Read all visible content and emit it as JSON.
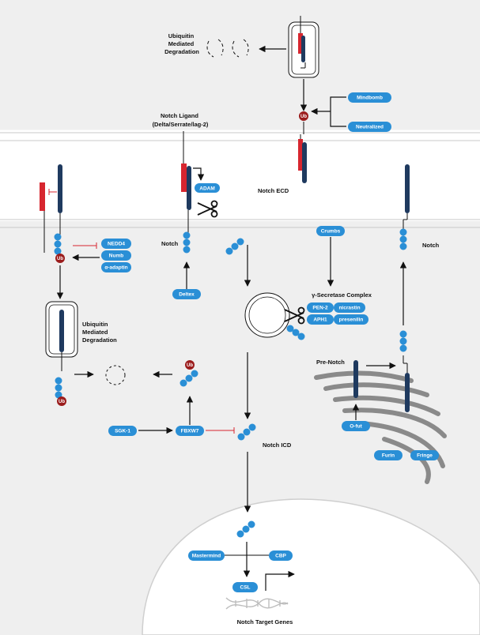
{
  "labels": {
    "ub_deg_top": [
      "Ubiquitin",
      "Mediated",
      "Degradation"
    ],
    "ub_deg_left": [
      "Ubiquitin",
      "Mediated",
      "Degradation"
    ],
    "notch_ligand": [
      "Notch Ligand",
      "(Delta/Serrate/lag-2)"
    ],
    "notch_ecd": "Notch ECD",
    "notch_left": "Notch",
    "notch_right": "Notch",
    "gamma_secretase": "γ-Secretase Complex",
    "pre_notch": "Pre-Notch",
    "notch_icd": "Notch ICD",
    "notch_target_genes": "Notch Target Genes"
  },
  "pills": {
    "mindbomb": "Mindbomb",
    "neutralized": "Neutralized",
    "adam": "ADAM",
    "nedd4": "NEDD4",
    "numb": "Numb",
    "a_adaptin": "α-adaptin",
    "crumbs": "Crumbs",
    "deltex": "Deltex",
    "pen2": "PEN-2",
    "aph1": "APH1",
    "nicrastin": "nicrastin",
    "presenilin": "presenilin",
    "sgk1": "SGK-1",
    "fbxw7": "FBXW7",
    "ofut": "O-fut",
    "furin": "Furin",
    "fringe": "Fringe",
    "mastermind": "Mastermind",
    "cbp": "CBP",
    "csl": "CSL"
  },
  "ub": "Ub",
  "colors": {
    "navy": "#1f3a5f",
    "blue": "#2a8fd6",
    "red": "#d7262f",
    "ub": "#9b1c1c",
    "cytoplasm": "#efefef",
    "golgi": "#8a8a8a"
  }
}
